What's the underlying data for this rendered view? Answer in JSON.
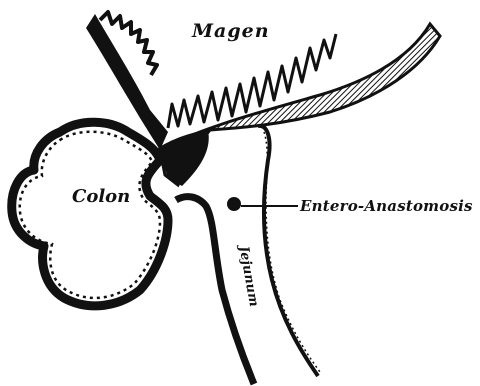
{
  "diagram": {
    "labels": {
      "stomach": "Magen",
      "colon": "Colon",
      "anastomosis": "Entero-Anastomosis",
      "jejunum": "Jejunum"
    },
    "colors": {
      "ink": "#111111",
      "paper": "#ffffff"
    }
  }
}
